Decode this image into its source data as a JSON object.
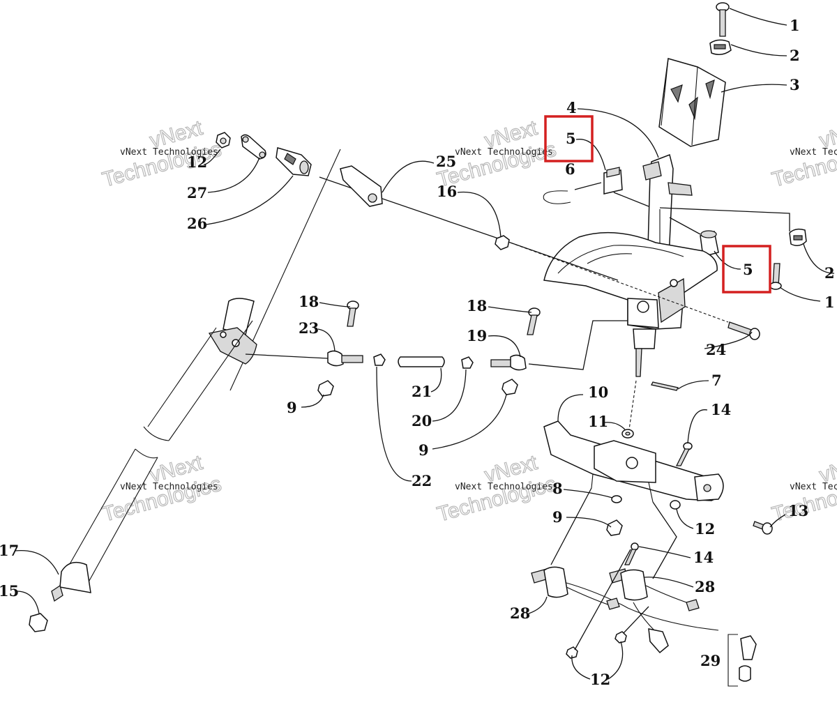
{
  "diagram": {
    "callouts": [
      {
        "label": "1"
      },
      {
        "label": "2"
      },
      {
        "label": "3"
      },
      {
        "label": "4"
      },
      {
        "label": "5"
      },
      {
        "label": "6"
      },
      {
        "label": "12"
      },
      {
        "label": "27"
      },
      {
        "label": "26"
      },
      {
        "label": "25"
      },
      {
        "label": "16"
      },
      {
        "label": "5"
      },
      {
        "label": "2"
      },
      {
        "label": "1"
      },
      {
        "label": "18"
      },
      {
        "label": "23"
      },
      {
        "label": "18"
      },
      {
        "label": "19"
      },
      {
        "label": "24"
      },
      {
        "label": "7"
      },
      {
        "label": "9"
      },
      {
        "label": "21"
      },
      {
        "label": "20"
      },
      {
        "label": "9"
      },
      {
        "label": "22"
      },
      {
        "label": "10"
      },
      {
        "label": "14"
      },
      {
        "label": "11"
      },
      {
        "label": "8"
      },
      {
        "label": "9"
      },
      {
        "label": "12"
      },
      {
        "label": "13"
      },
      {
        "label": "14"
      },
      {
        "label": "28"
      },
      {
        "label": "28"
      },
      {
        "label": "17"
      },
      {
        "label": "15"
      },
      {
        "label": "12"
      },
      {
        "label": "29"
      }
    ],
    "watermark": {
      "line1": "vNext",
      "line2": "vNext Technologies",
      "line3": "Technologies"
    },
    "highlight_color": "#d42020"
  }
}
